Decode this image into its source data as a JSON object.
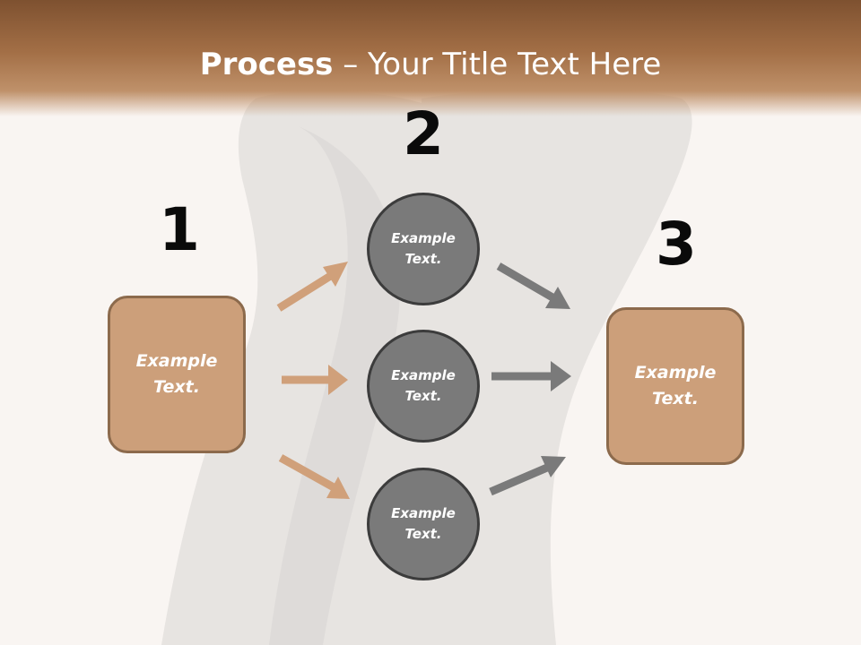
{
  "slide": {
    "title_bold": "Process",
    "title_rest": " – Your Title Text Here"
  },
  "steps": {
    "step1": "1",
    "step2": "2",
    "step3": "3"
  },
  "nodes": {
    "left_box": "Example Text.",
    "circle_top": "Example Text.",
    "circle_middle": "Example Text.",
    "circle_bottom": "Example Text.",
    "right_box": "Example Text."
  },
  "colors": {
    "header_brown": "#7e5130",
    "box_fill": "#cc9f7a",
    "box_border": "#8c6a4c",
    "circle_fill": "#7a7a7a",
    "circle_border": "#3c3c3c",
    "arrow_left": "#d0a07a",
    "arrow_right": "#7a7a7a"
  }
}
